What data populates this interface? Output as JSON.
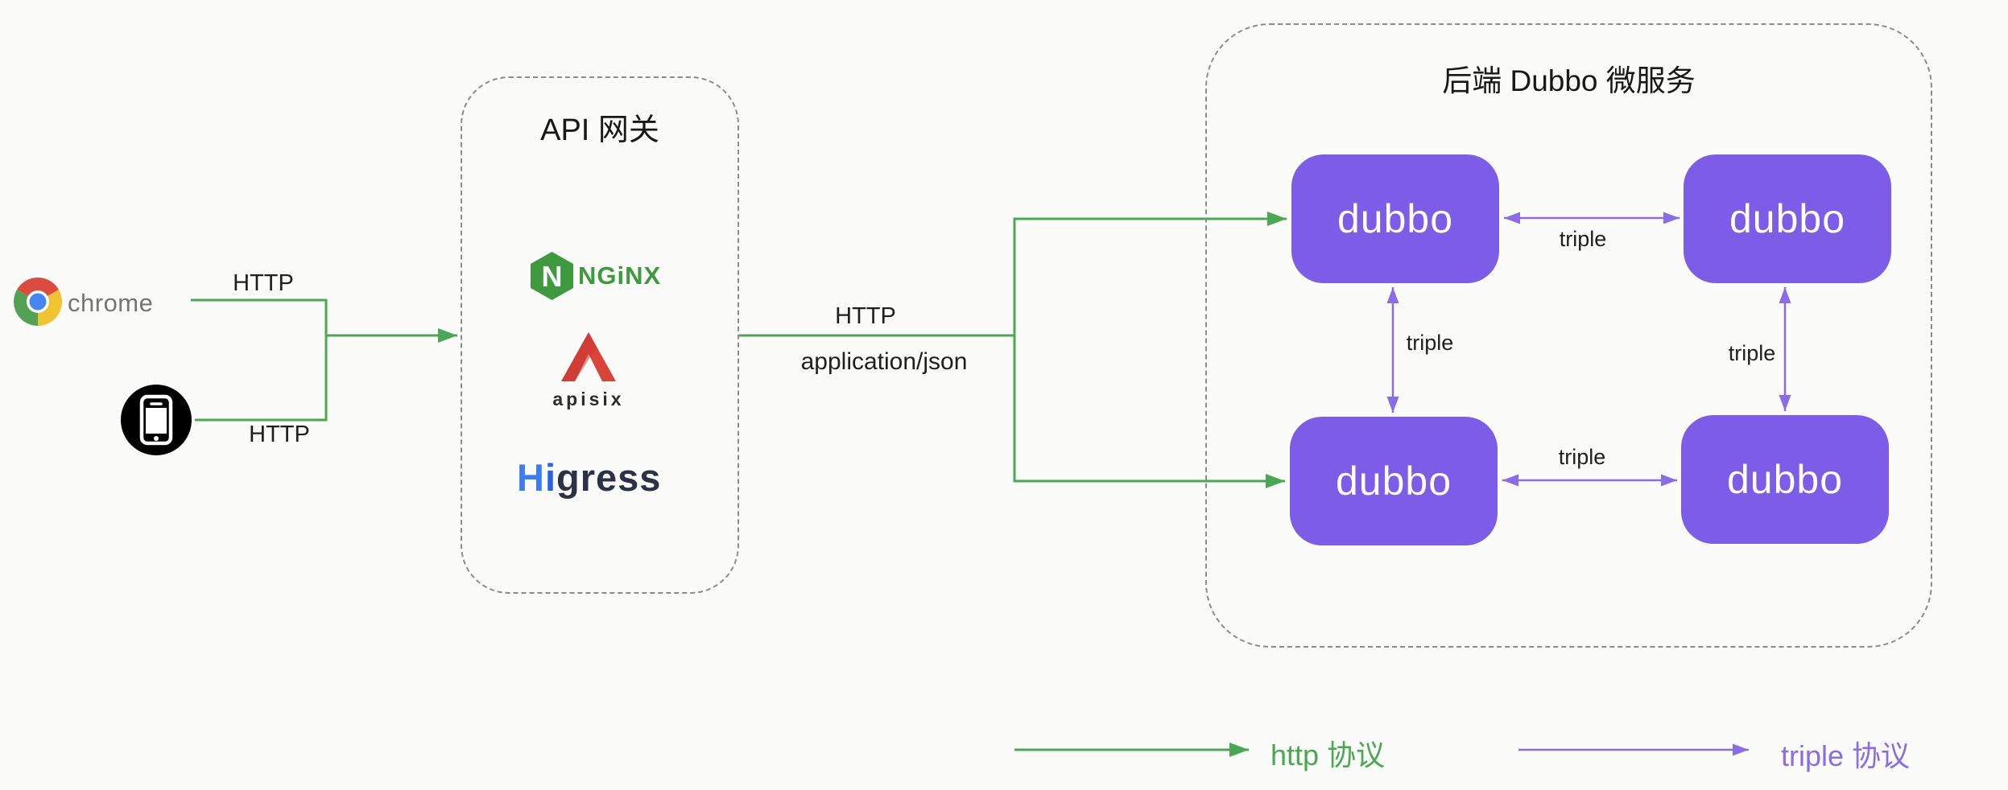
{
  "colors": {
    "http_line": "#4aa852",
    "triple_line": "#8a6ce9",
    "dubbo_box": "#7d5ce8",
    "nginx_green": "#3f9a3f",
    "apisix_red": "#d8433a",
    "higress_blue": "#3b7cf6",
    "higress_dark": "#2b3246",
    "chrome_text_gray": "#757575",
    "border_gray": "#8c8c8c",
    "text_black": "#1f1f1f"
  },
  "clients": {
    "chrome_label": "chrome",
    "http_label_top": "HTTP",
    "http_label_bottom": "HTTP"
  },
  "gateway": {
    "title": "API 网关",
    "nginx_logo_n": "N",
    "nginx_logo_text": "NGiNX",
    "apisix_logo_text": "apisix",
    "higress_h": "H",
    "higress_i": "i",
    "higress_rest": "gress"
  },
  "connection": {
    "protocol": "HTTP",
    "content_type": "application/json"
  },
  "backend": {
    "title": "后端 Dubbo 微服务",
    "nodes": [
      {
        "label": "dubbo"
      },
      {
        "label": "dubbo"
      },
      {
        "label": "dubbo"
      },
      {
        "label": "dubbo"
      }
    ],
    "edges": {
      "top": "triple",
      "bottom": "triple",
      "left": "triple",
      "right": "triple"
    }
  },
  "legend": {
    "http_label": "http 协议",
    "triple_label": "triple 协议"
  }
}
